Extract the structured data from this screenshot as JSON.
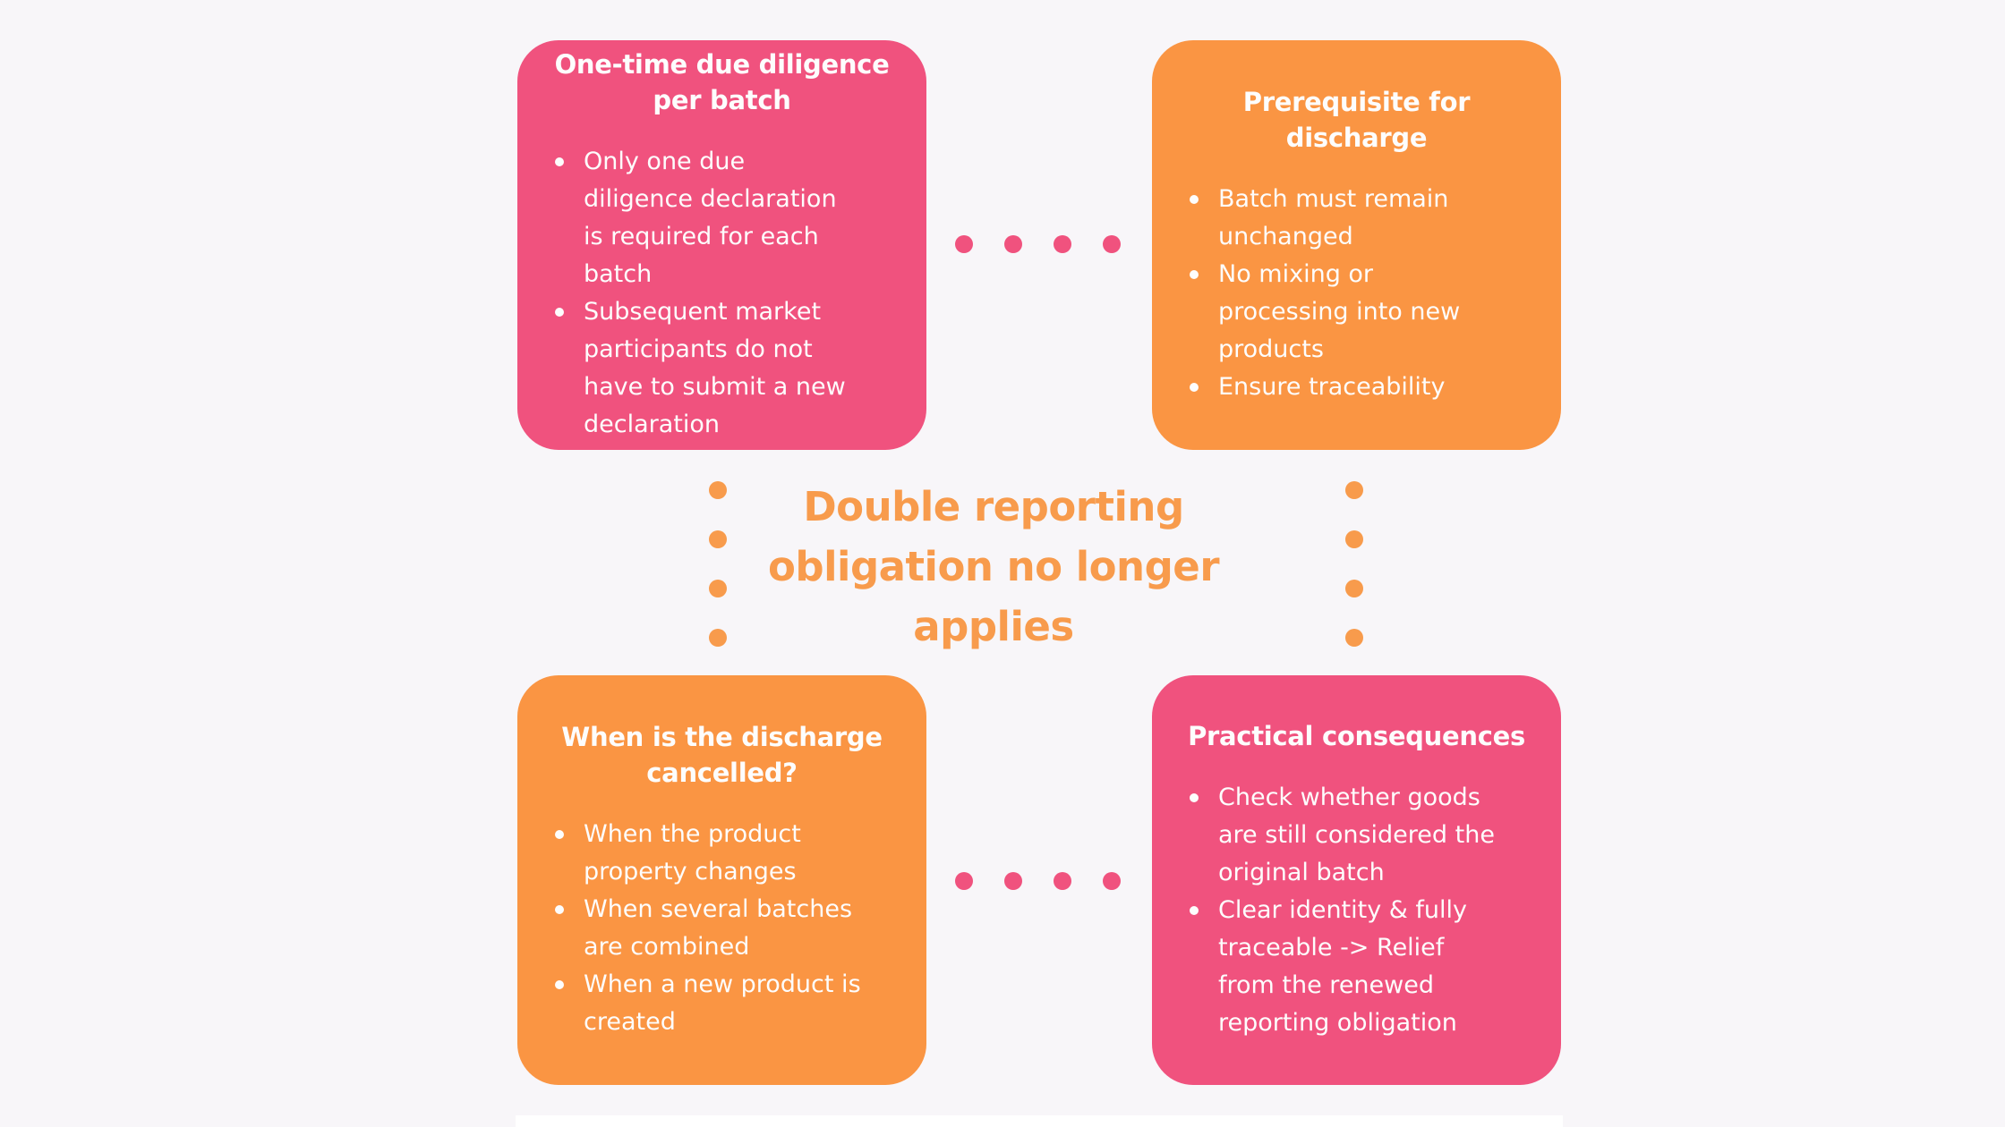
{
  "theme": {
    "bg": "#F8F6F9",
    "pink": "#F0527E",
    "orange": "#FA9543",
    "accent-orange": "#F89B4C",
    "card-text": "#FDFDFD",
    "strip": "#FFFFFF"
  },
  "center_title": {
    "lines": [
      "Double reporting",
      "obligation no longer",
      "applies"
    ]
  },
  "cards": [
    {
      "title_lines": [
        "One-time due diligence",
        "per batch"
      ],
      "bullets": [
        "Only one due diligence declaration is required for each batch",
        "Subsequent market participants do not have to submit a new declaration"
      ]
    },
    {
      "title_lines": [
        "Prerequisite for",
        "discharge"
      ],
      "bullets": [
        "Batch must remain unchanged",
        "No mixing or processing into new products",
        "Ensure traceability"
      ]
    },
    {
      "title_lines": [
        "When is the discharge",
        "cancelled?"
      ],
      "bullets": [
        "When the product property changes",
        "When several batches are combined",
        "When a new product is created"
      ]
    },
    {
      "title_lines": [
        "Practical consequences"
      ],
      "bullets": [
        "Check whether goods are still considered the original batch",
        "Clear identity & fully traceable -> Relief from the renewed reporting obligation"
      ]
    }
  ]
}
